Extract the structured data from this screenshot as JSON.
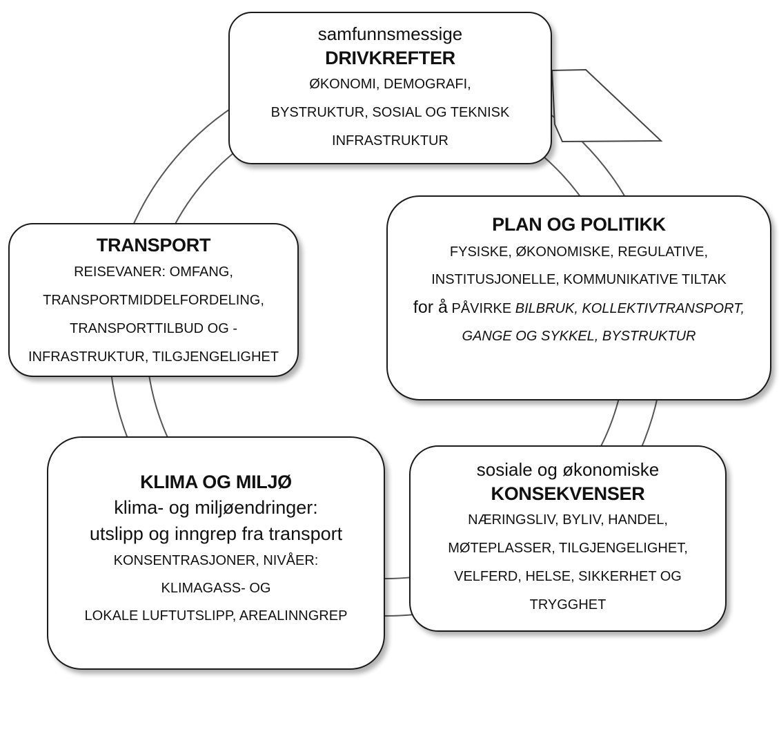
{
  "drivkrefter": {
    "intro": "samfunnsmessige",
    "title": "DRIVKREFTER",
    "lines": [
      "ØKONOMI, DEMOGRAFI,",
      "BYSTRUKTUR, SOSIAL OG TEKNISK",
      "INFRASTRUKTUR"
    ]
  },
  "plan": {
    "title": "PLAN OG POLITIKK",
    "line1": "FYSISKE, ØKONOMISKE,  REGULATIVE,",
    "line2": "INSTITUSJONELLE, KOMMUNIKATIVE TILTAK",
    "line3_lead": "for å",
    "line3_word": " PÅVIRKE ",
    "line3_italic": "BILBRUK,  KOLLEKTIVTRANSPORT,",
    "line4": "GANGE OG SYKKEL,  BYSTRUKTUR"
  },
  "transport": {
    "title": "TRANSPORT",
    "lines": [
      "REISEVANER: OMFANG,",
      "TRANSPORTMIDDELFORDELING,",
      "TRANSPORTTILBUD OG  -",
      "INFRASTRUKTUR, TILGJENGELIGHET"
    ]
  },
  "klima": {
    "title": "KLIMA OG MILJØ",
    "sub1": "klima- og miljøendringer:",
    "sub2": "utslipp og inngrep fra transport",
    "lines": [
      "KONSENTRASJONER, NIVÅER:",
      "KLIMAGASS- OG",
      "LOKALE LUFTUTSLIPP, AREALINNGREP"
    ]
  },
  "konsekvenser": {
    "intro": "sosiale og økonomiske",
    "title": "KONSEKVENSER",
    "lines": [
      "NÆRINGSLIV, BYLIV,  HANDEL,",
      "MØTEPLASSER, TILGJENGELIGHET,",
      "VELFERD, HELSE, SIKKERHET OG",
      "TRYGGHET"
    ]
  }
}
